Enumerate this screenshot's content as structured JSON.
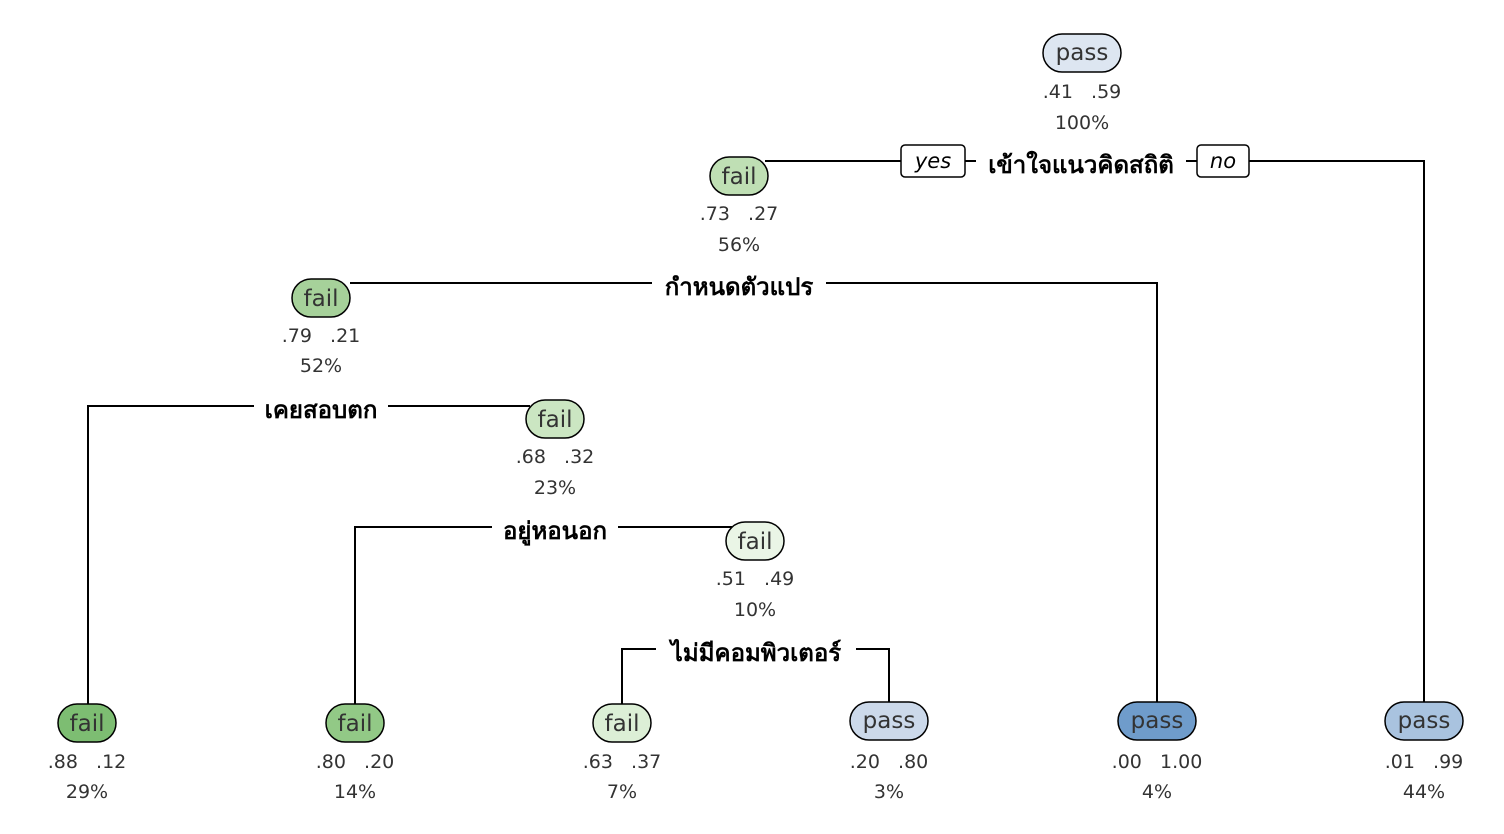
{
  "tree": {
    "edge_labels": {
      "yes": "yes",
      "no": "no"
    },
    "nodes": [
      {
        "id": "root",
        "label": "pass",
        "probs": ".41   .59",
        "pct": "100%",
        "color": "#dde6f1"
      },
      {
        "id": "n_yes",
        "label": "fail",
        "probs": ".73   .27",
        "pct": "56%",
        "color": "#bfdfb4"
      },
      {
        "id": "n2",
        "label": "fail",
        "probs": ".79   .21",
        "pct": "52%",
        "color": "#a6d19a"
      },
      {
        "id": "n3",
        "label": "fail",
        "probs": ".68   .32",
        "pct": "23%",
        "color": "#cbe6c2"
      },
      {
        "id": "n4",
        "label": "fail",
        "probs": ".51   .49",
        "pct": "10%",
        "color": "#eaf5e6"
      },
      {
        "id": "leaf1",
        "label": "fail",
        "probs": ".88   .12",
        "pct": "29%",
        "color": "#7dbd72"
      },
      {
        "id": "leaf2",
        "label": "fail",
        "probs": ".80   .20",
        "pct": "14%",
        "color": "#92c986"
      },
      {
        "id": "leaf3",
        "label": "fail",
        "probs": ".63   .37",
        "pct": "7%",
        "color": "#dcefd6"
      },
      {
        "id": "leaf4",
        "label": "pass",
        "probs": ".20   .80",
        "pct": "3%",
        "color": "#ccd9ea"
      },
      {
        "id": "leaf5",
        "label": "pass",
        "probs": ".00   1.00",
        "pct": "4%",
        "color": "#6f9ccb"
      },
      {
        "id": "leaf6",
        "label": "pass",
        "probs": ".01   .99",
        "pct": "44%",
        "color": "#a9c3df"
      }
    ],
    "splits": [
      {
        "id": "s_root",
        "text": "เข้าใจแนวคิดสถิติ"
      },
      {
        "id": "s1",
        "text": "กำหนดตัวแปร"
      },
      {
        "id": "s2",
        "text": "เคยสอบตก"
      },
      {
        "id": "s3",
        "text": "อยู่หอนอก"
      },
      {
        "id": "s4",
        "text": "ไม่มีคอมพิวเตอร์"
      }
    ]
  }
}
